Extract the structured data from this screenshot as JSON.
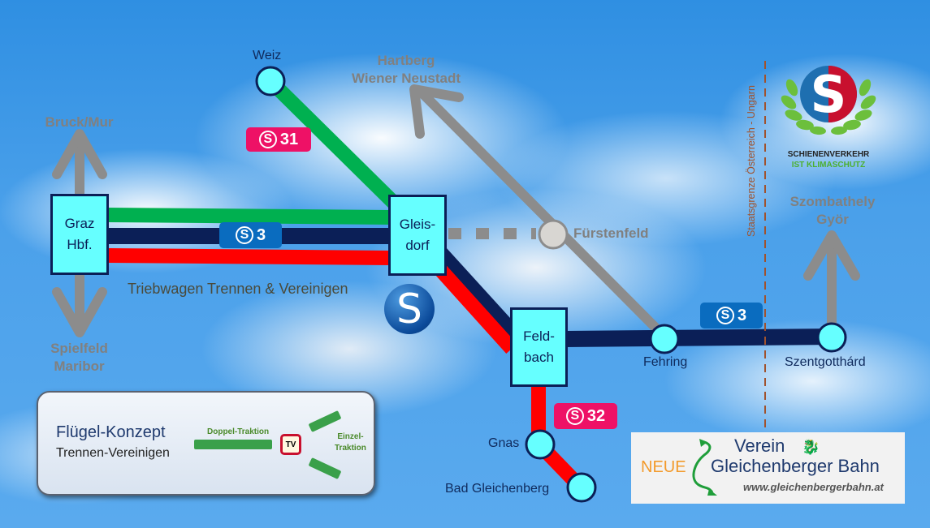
{
  "colors": {
    "s3_line": "#0b1f57",
    "s31_line": "#00b050",
    "s32_line": "#ff0000",
    "connection_gray": "#8c8c8c",
    "station_fill": "#66ffff",
    "badge_s3": "#0a6cbf",
    "badge_pink": "#ee1166",
    "border_dash": "#a0522d"
  },
  "destinations": {
    "bruck": "Bruck/Mur",
    "spielfeld_line1": "Spielfeld",
    "spielfeld_line2": "Maribor",
    "hartberg_line1": "Hartberg",
    "hartberg_line2": "Wiener Neustadt",
    "szombathely_line1": "Szombathely",
    "szombathely_line2": "Györ"
  },
  "stations": {
    "graz_line1": "Graz",
    "graz_line2": "Hbf.",
    "gleisdorf_line1": "Gleis-",
    "gleisdorf_line2": "dorf",
    "feldbach_line1": "Feld-",
    "feldbach_line2": "bach",
    "weiz": "Weiz",
    "fuerstenfeld": "Fürstenfeld",
    "fehring": "Fehring",
    "szentgotthard": "Szentgotthárd",
    "gnas": "Gnas",
    "bad_gleichenberg": "Bad Gleichenberg"
  },
  "badges": {
    "s_symbol": "S",
    "s31": "31",
    "s3": "3",
    "s32": "32"
  },
  "annotations": {
    "trennen": "Triebwagen Trennen & Vereinigen",
    "border": "Staatsgrenze Österreich - Ungarn"
  },
  "logo_klima": {
    "line1": "SCHIENENVERKEHR",
    "line2": "IST KLIMASCHUTZ"
  },
  "concept": {
    "title": "Flügel-Konzept",
    "subtitle": "Trennen-Vereinigen",
    "doppel": "Doppel-Traktion",
    "tv": "TV",
    "einzel_line1": "Einzel-",
    "einzel_line2": "Traktion"
  },
  "neue_logo": {
    "neue": "NEUE",
    "verein": "Verein",
    "name": "Gleichenberger Bahn",
    "url": "www.gleichenbergerbahn.at"
  }
}
